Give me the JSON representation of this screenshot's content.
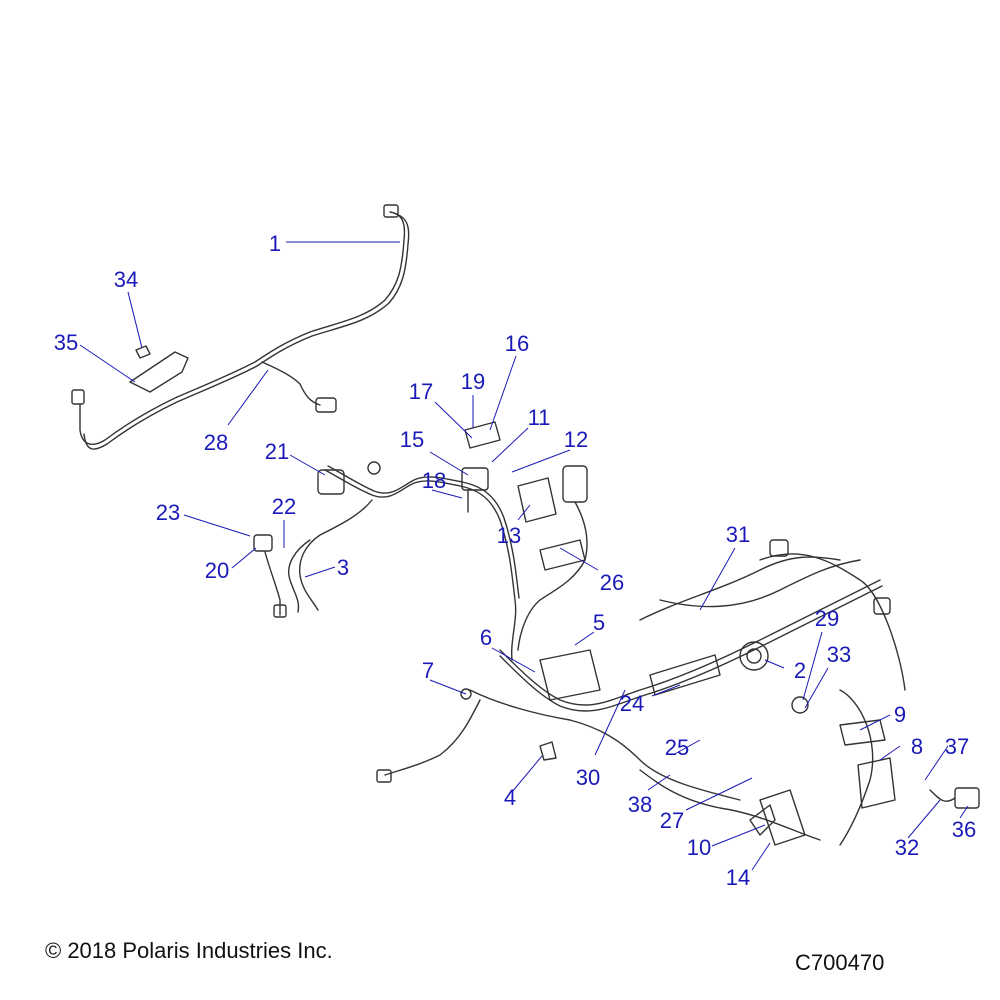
{
  "diagram": {
    "accent_color": "#1a1ab8",
    "callouts": [
      {
        "id": "1",
        "label": "1"
      },
      {
        "id": "2",
        "label": "2"
      },
      {
        "id": "3",
        "label": "3"
      },
      {
        "id": "4",
        "label": "4"
      },
      {
        "id": "5",
        "label": "5"
      },
      {
        "id": "6",
        "label": "6"
      },
      {
        "id": "7",
        "label": "7"
      },
      {
        "id": "8",
        "label": "8"
      },
      {
        "id": "9",
        "label": "9"
      },
      {
        "id": "10",
        "label": "10"
      },
      {
        "id": "11",
        "label": "11"
      },
      {
        "id": "12",
        "label": "12"
      },
      {
        "id": "13",
        "label": "13"
      },
      {
        "id": "14",
        "label": "14"
      },
      {
        "id": "15",
        "label": "15"
      },
      {
        "id": "16",
        "label": "16"
      },
      {
        "id": "17",
        "label": "17"
      },
      {
        "id": "18",
        "label": "18"
      },
      {
        "id": "19",
        "label": "19"
      },
      {
        "id": "20",
        "label": "20"
      },
      {
        "id": "21",
        "label": "21"
      },
      {
        "id": "22",
        "label": "22"
      },
      {
        "id": "23",
        "label": "23"
      },
      {
        "id": "24",
        "label": "24"
      },
      {
        "id": "25",
        "label": "25"
      },
      {
        "id": "26",
        "label": "26"
      },
      {
        "id": "27",
        "label": "27"
      },
      {
        "id": "28",
        "label": "28"
      },
      {
        "id": "29",
        "label": "29"
      },
      {
        "id": "30",
        "label": "30"
      },
      {
        "id": "31",
        "label": "31"
      },
      {
        "id": "32",
        "label": "32"
      },
      {
        "id": "33",
        "label": "33"
      },
      {
        "id": "34",
        "label": "34"
      },
      {
        "id": "35",
        "label": "35"
      },
      {
        "id": "36",
        "label": "36"
      },
      {
        "id": "37",
        "label": "37"
      },
      {
        "id": "38",
        "label": "38"
      }
    ]
  },
  "footer": {
    "copyright": "© 2018 Polaris Industries Inc.",
    "drawing_id": "C700470"
  }
}
